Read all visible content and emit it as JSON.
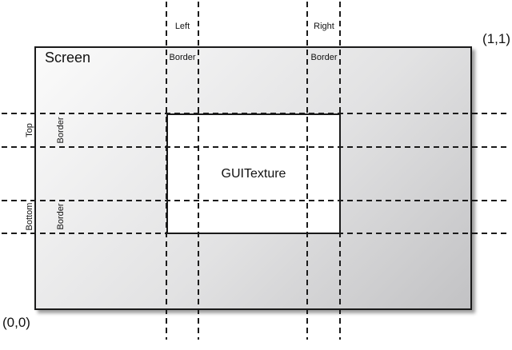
{
  "diagram": {
    "screen": {
      "label": "Screen",
      "corner_bottom_left": "(0,0)",
      "corner_top_right": "(1,1)"
    },
    "texture": {
      "label": "GUITexture"
    },
    "borders": {
      "left": {
        "line1": "Left",
        "line2": "Border"
      },
      "right": {
        "line1": "Right",
        "line2": "Border"
      },
      "top": {
        "line1": "Top",
        "line2": "Border"
      },
      "bottom": {
        "line1": "Bottom",
        "line2": "Border"
      }
    },
    "colors": {
      "line": "#1a1a1a",
      "screen_gradient_start": "#fbfbfb",
      "screen_gradient_mid": "#e2e2e3",
      "screen_gradient_end": "#c2c2c4",
      "texture_fill": "#ffffff",
      "background": "#ffffff"
    }
  }
}
